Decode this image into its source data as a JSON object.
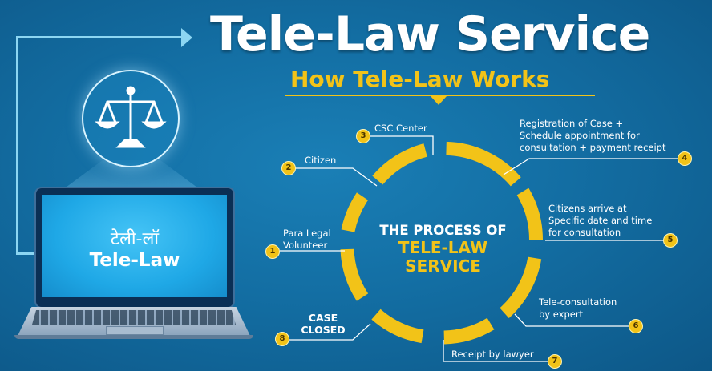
{
  "header": {
    "title": "Tele-Law Service",
    "subtitle": "How Tele-Law Works"
  },
  "laptop": {
    "hindi_text": "टेली-लॉ",
    "screen_title": "Tele-Law"
  },
  "diagram": {
    "center_line1": "THE PROCESS OF",
    "center_line2": "TELE-LAW",
    "center_line3": "SERVICE",
    "steps": [
      {
        "number": "1",
        "lines": [
          "Para Legal",
          "Volunteer"
        ]
      },
      {
        "number": "2",
        "lines": [
          "Citizen"
        ]
      },
      {
        "number": "3",
        "lines": [
          "CSC Center"
        ]
      },
      {
        "number": "4",
        "lines": [
          "Registration of Case +",
          "Schedule appointment for",
          "consultation + payment receipt"
        ]
      },
      {
        "number": "5",
        "lines": [
          "Citizens arrive at",
          "Specific date and time",
          "for consultation"
        ]
      },
      {
        "number": "6",
        "lines": [
          "Tele-consultation",
          "by expert"
        ]
      },
      {
        "number": "7",
        "lines": [
          "Receipt by lawyer"
        ]
      },
      {
        "number": "8",
        "lines": [
          "CASE",
          "CLOSED"
        ]
      }
    ]
  },
  "colors": {
    "background": "#136ea3",
    "accent": "#f2c318",
    "screen": "#1fa8e6",
    "text": "#ffffff"
  },
  "icons": [
    "scales-of-justice-icon",
    "laptop-icon",
    "arrow-right-icon"
  ]
}
